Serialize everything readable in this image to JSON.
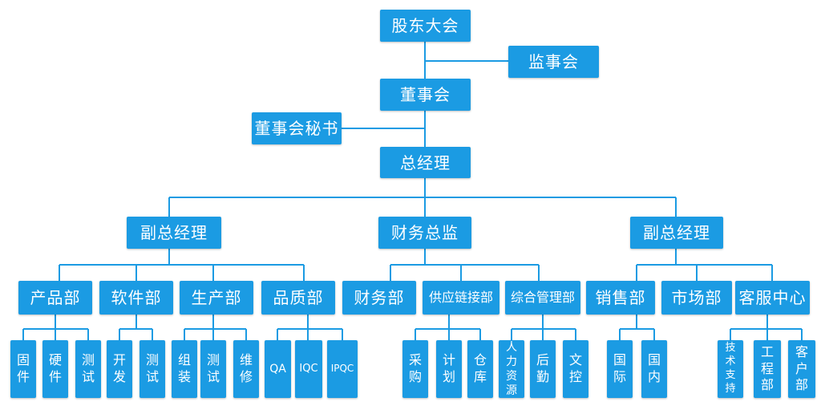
{
  "chart": {
    "shareholders": "股东大会",
    "supervisory_board": "监事会",
    "board": "董事会",
    "board_secretary": "董事会秘书",
    "general_manager": "总经理",
    "vp_left": "副总经理",
    "finance_director": "财务总监",
    "vp_right": "副总经理",
    "departments": {
      "product": "产品部",
      "software": "软件部",
      "production": "生产部",
      "quality": "品质部",
      "finance": "财务部",
      "supply_chain": "供应链接部",
      "admin": "综合管理部",
      "sales": "销售部",
      "marketing": "市场部",
      "customer_service": "客服中心"
    },
    "units": {
      "firmware": "固\n件",
      "hardware": "硬\n件",
      "product_test": "测\n试",
      "dev": "开\n发",
      "software_test": "测\n试",
      "assembly": "组\n装",
      "production_test": "测\n试",
      "repair": "维\n修",
      "qa": "QA",
      "iqc": "IQC",
      "ipqc": "IPQC",
      "purchasing": "采\n购",
      "planning": "计\n划",
      "warehouse": "仓\n库",
      "hr": "人\n力\n资\n源",
      "logistics": "后\n勤",
      "document_control": "文\n控",
      "international": "国\n际",
      "domestic": "国\n内",
      "tech_support": "技\n术\n支\n持",
      "engineering": "工\n程\n部",
      "customer_dept": "客\n户\n部"
    }
  }
}
